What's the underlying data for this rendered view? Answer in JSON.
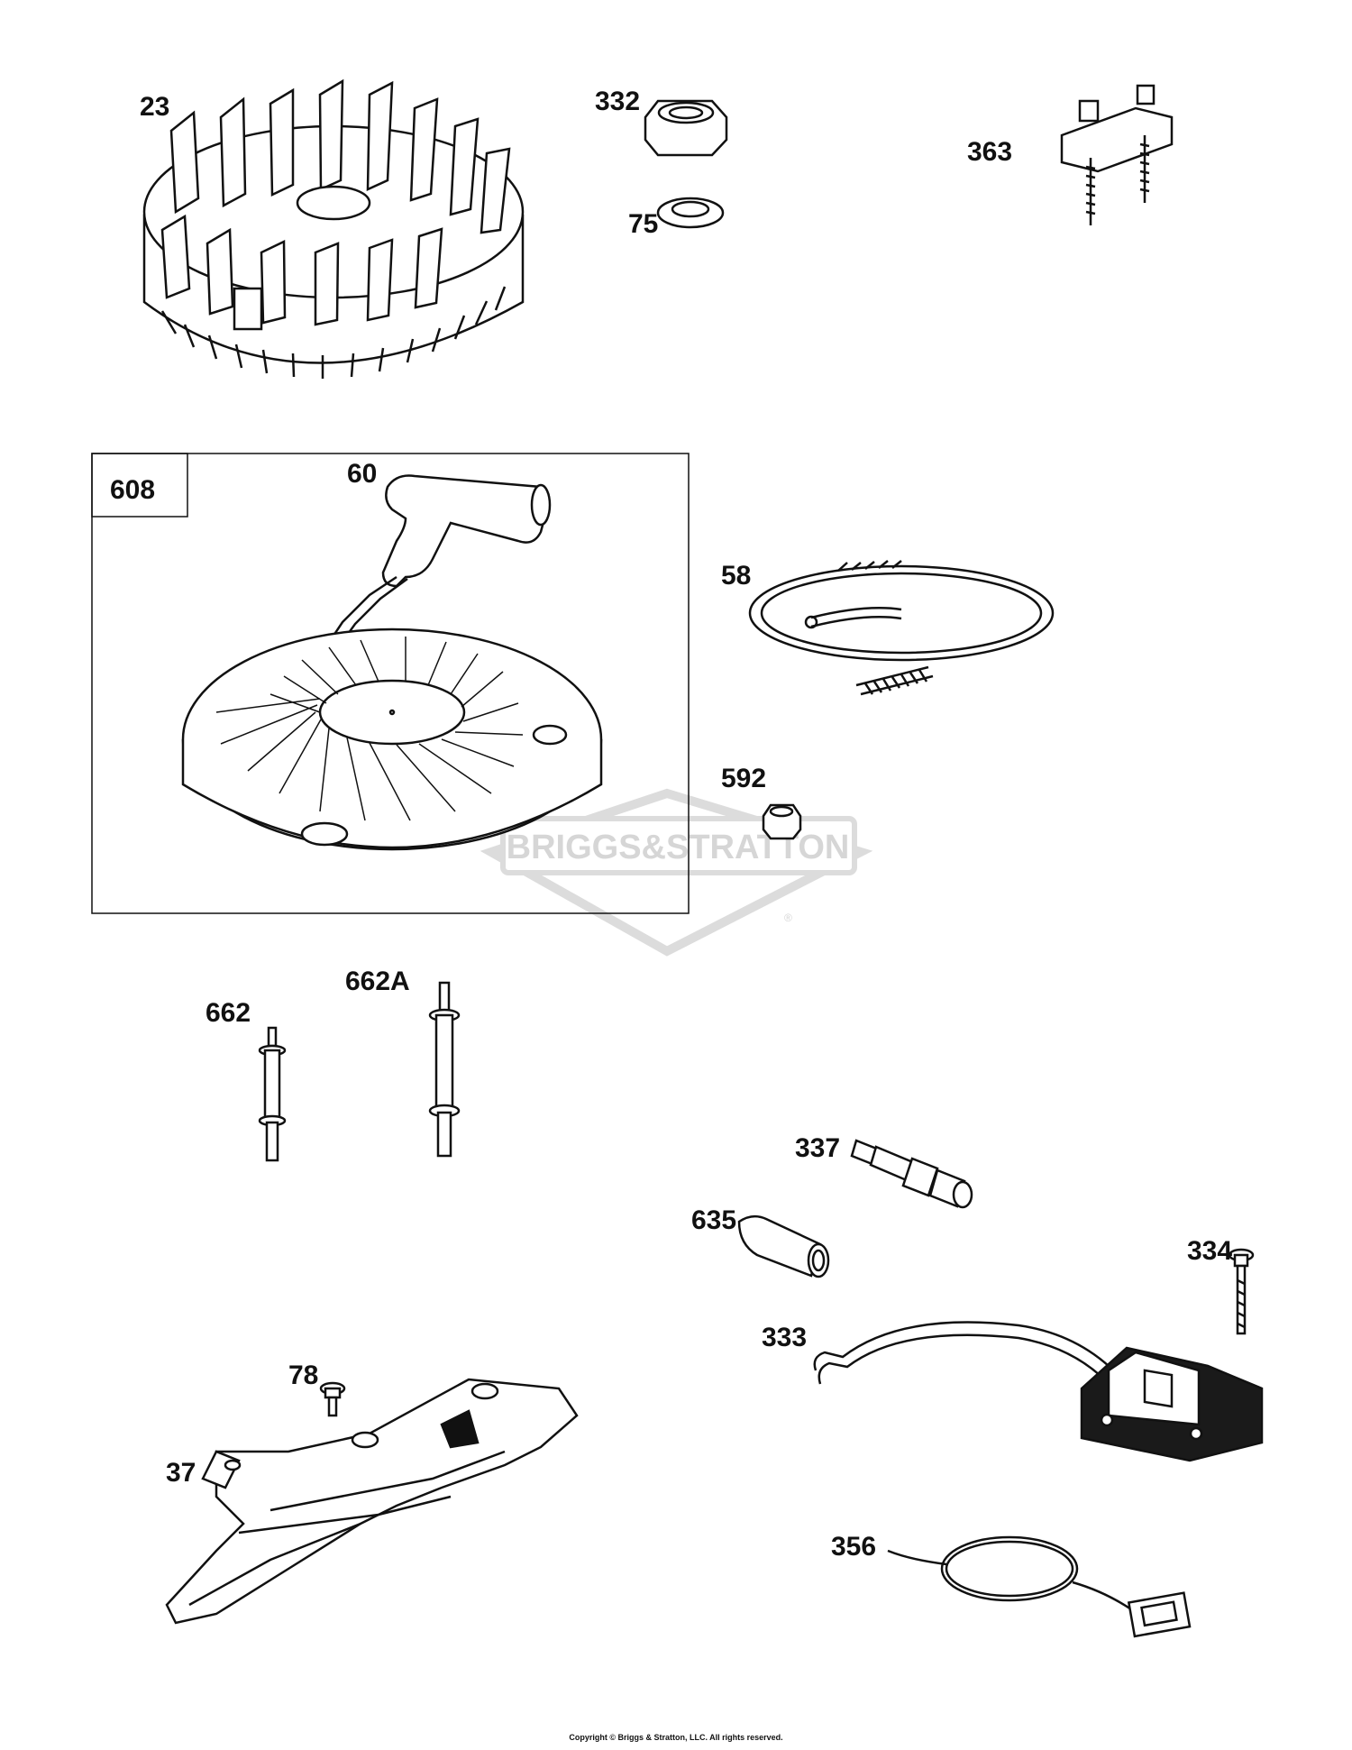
{
  "parts": [
    {
      "id": "23",
      "label": "23"
    },
    {
      "id": "332",
      "label": "332"
    },
    {
      "id": "75",
      "label": "75"
    },
    {
      "id": "363",
      "label": "363"
    },
    {
      "id": "608",
      "label": "608"
    },
    {
      "id": "60",
      "label": "60"
    },
    {
      "id": "58",
      "label": "58"
    },
    {
      "id": "592",
      "label": "592"
    },
    {
      "id": "662",
      "label": "662"
    },
    {
      "id": "662A",
      "label": "662A"
    },
    {
      "id": "337",
      "label": "337"
    },
    {
      "id": "635",
      "label": "635"
    },
    {
      "id": "334",
      "label": "334"
    },
    {
      "id": "333",
      "label": "333"
    },
    {
      "id": "78",
      "label": "78"
    },
    {
      "id": "37",
      "label": "37"
    },
    {
      "id": "356",
      "label": "356"
    }
  ],
  "watermark": {
    "text": "BRIGGS&STRATTON",
    "registered": "®"
  },
  "footer": {
    "copyright": "Copyright © Briggs & Stratton, LLC. All rights reserved."
  },
  "colors": {
    "line": "#111111",
    "watermark": "#d8d8d8",
    "dark_fill": "#1a1a1a"
  }
}
